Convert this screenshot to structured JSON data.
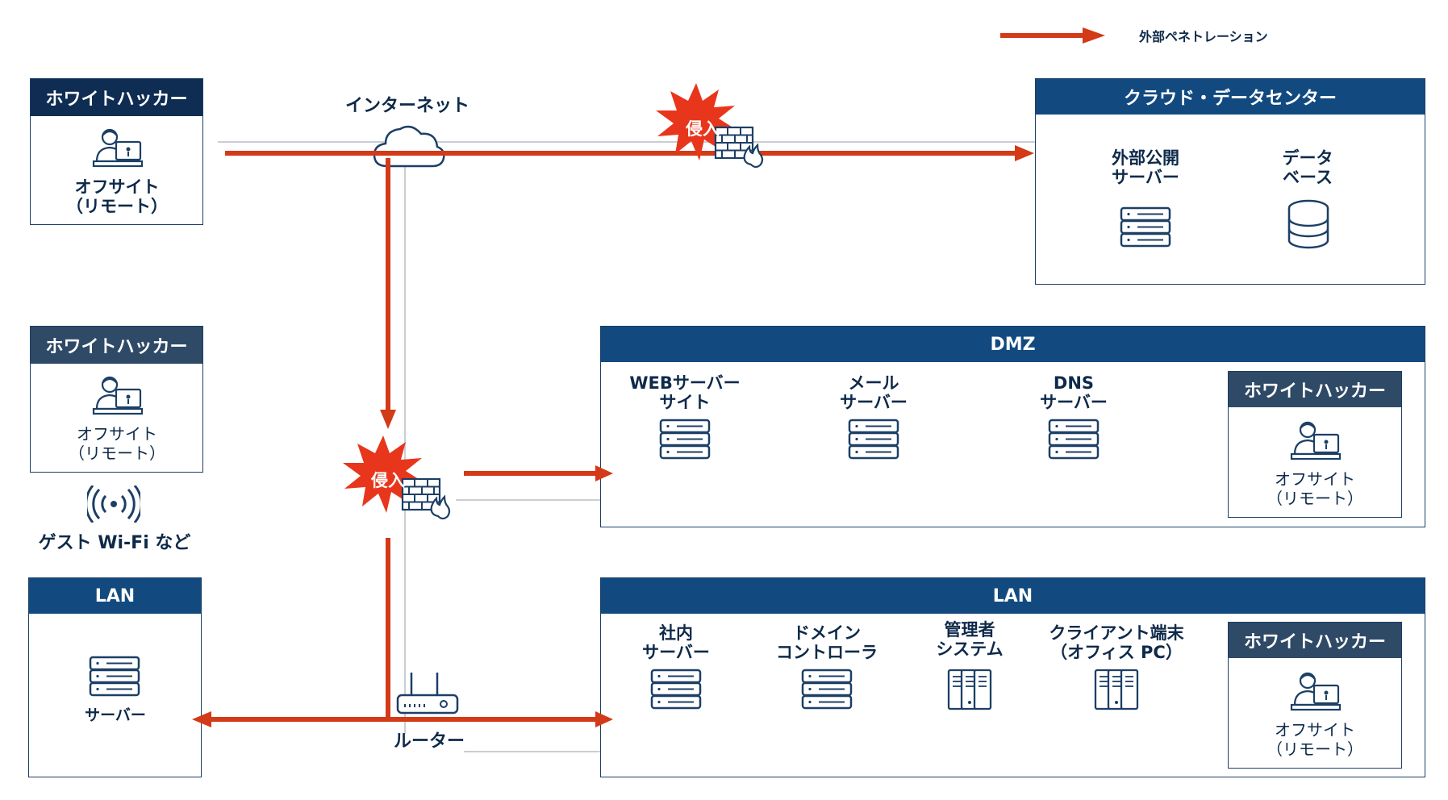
{
  "legend": {
    "label": "外部ペネトレーション",
    "color": "#d33a17"
  },
  "colors": {
    "attack": "#d33a17",
    "navy": "#0f2d52",
    "blue": "#124a80",
    "line": "#c9ced4"
  },
  "left_hacker_top": {
    "title": "ホワイトハッカー",
    "label_line1": "オフサイト",
    "label_line2": "（リモート）"
  },
  "left_hacker_mid": {
    "title": "ホワイトハッカー",
    "label_line1": "オフサイト",
    "label_line2": "（リモート）"
  },
  "guest_wifi": {
    "label": "ゲスト Wi-Fi など"
  },
  "left_lan": {
    "title": "LAN",
    "server_label": "サーバー"
  },
  "internet": {
    "label": "インターネット"
  },
  "router": {
    "label": "ルーター"
  },
  "intrusion": {
    "label": "侵入"
  },
  "cloud": {
    "title": "クラウド・データセンター",
    "items": [
      {
        "line1": "外部公開",
        "line2": "サーバー"
      },
      {
        "line1": "データ",
        "line2": "ベース"
      }
    ]
  },
  "dmz": {
    "title": "DMZ",
    "items": [
      {
        "line1": "WEBサーバー",
        "line2": "サイト"
      },
      {
        "line1": "メール",
        "line2": "サーバー"
      },
      {
        "line1": "DNS",
        "line2": "サーバー"
      }
    ],
    "hacker": {
      "title": "ホワイトハッカー",
      "label_line1": "オフサイト",
      "label_line2": "（リモート）"
    }
  },
  "lan": {
    "title": "LAN",
    "items": [
      {
        "line1": "社内",
        "line2": "サーバー"
      },
      {
        "line1": "ドメイン",
        "line2": "コントローラ"
      },
      {
        "line1": "管理者",
        "line2": "システム"
      },
      {
        "line1": "クライアント端末",
        "line2": "（オフィス PC）"
      }
    ],
    "hacker": {
      "title": "ホワイトハッカー",
      "label_line1": "オフサイト",
      "label_line2": "（リモート）"
    }
  }
}
